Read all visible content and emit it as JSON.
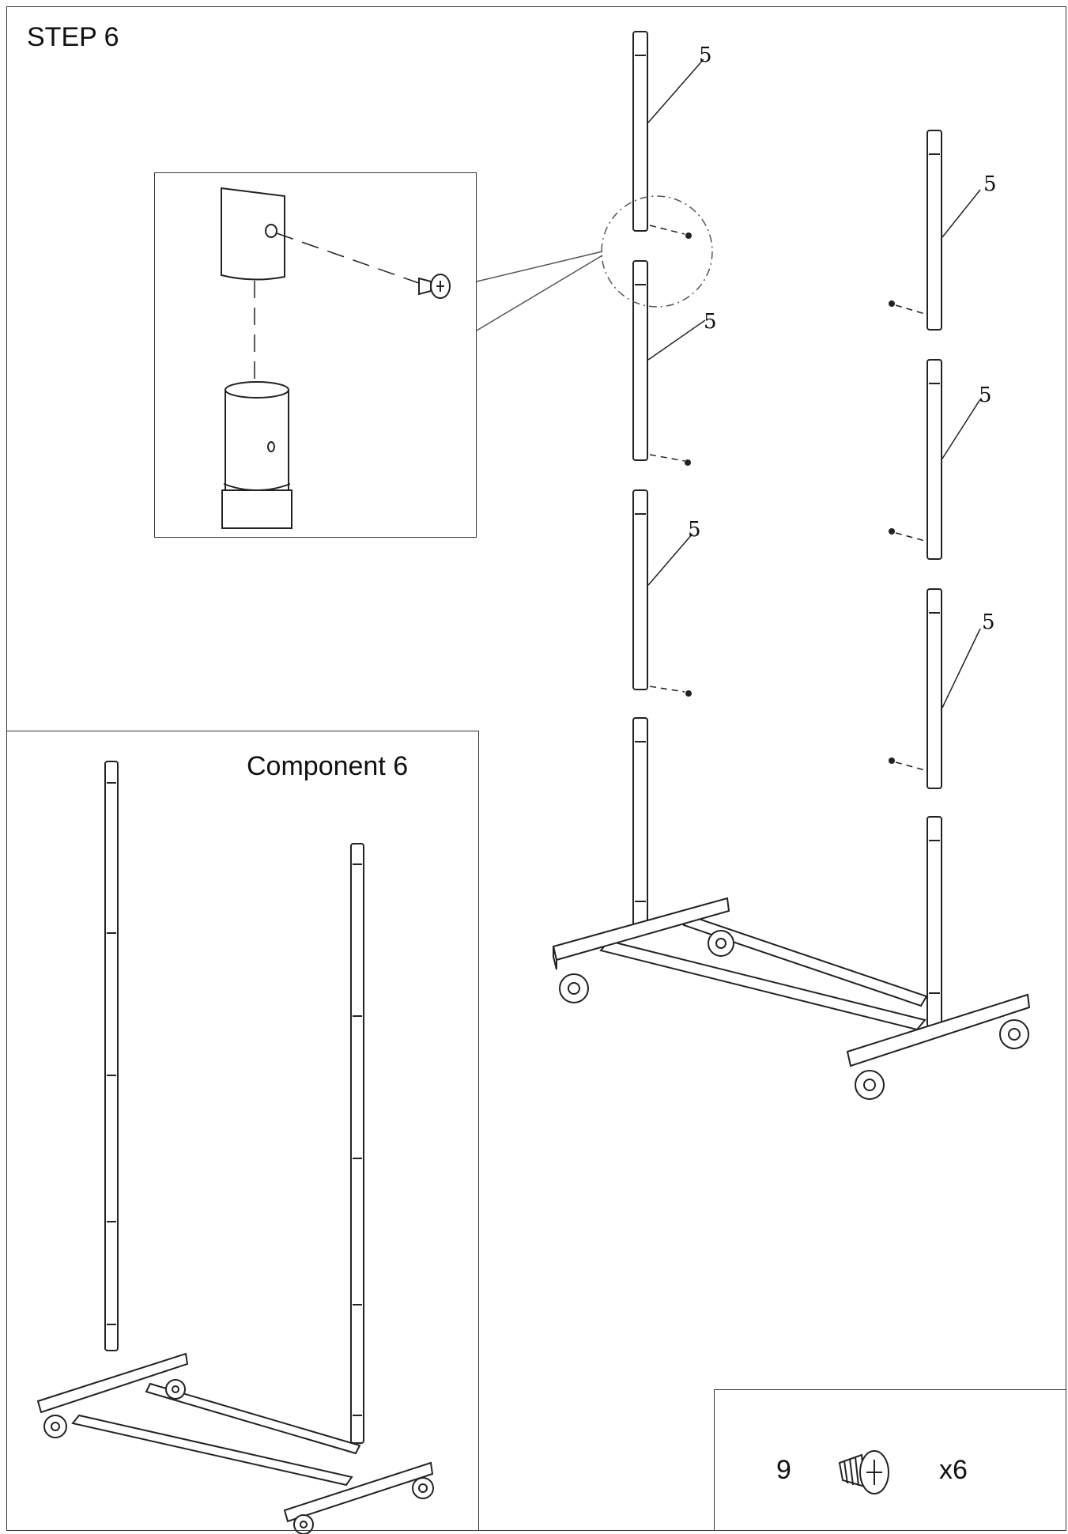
{
  "step": {
    "title": "STEP 6"
  },
  "component": {
    "title": "Component  6"
  },
  "hardware": {
    "part_number": "9",
    "quantity": "x6",
    "icon": "screw-icon"
  },
  "part_labels": [
    "5",
    "5",
    "5",
    "5",
    "5",
    "5"
  ],
  "colors": {
    "line": "#222222",
    "background": "#ffffff"
  }
}
